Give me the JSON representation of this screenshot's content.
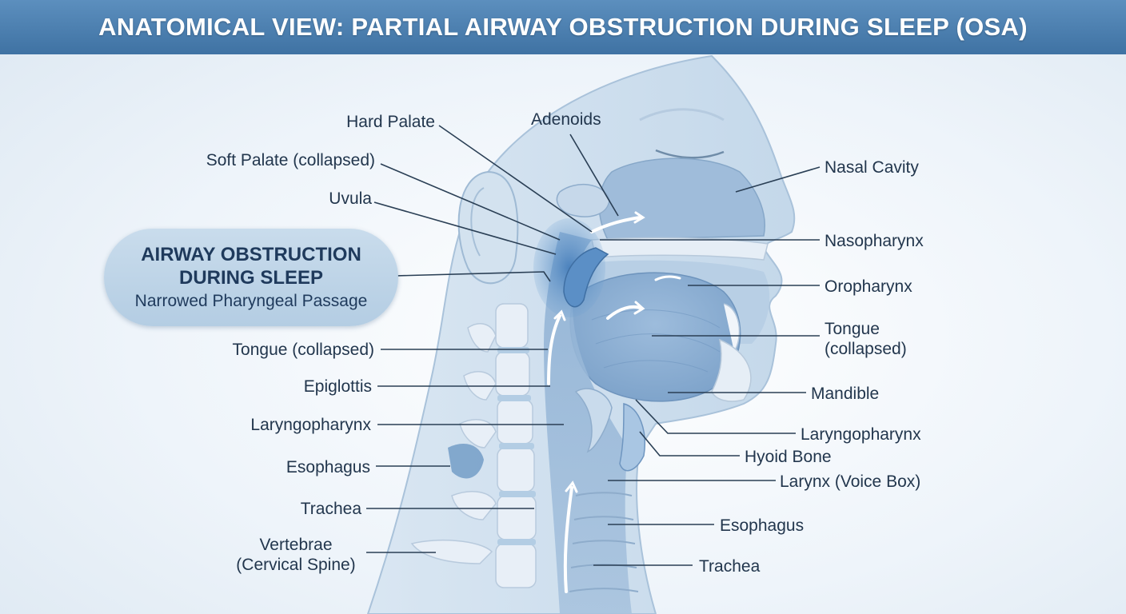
{
  "title": "ANATOMICAL VIEW: PARTIAL AIRWAY OBSTRUCTION DURING SLEEP (OSA)",
  "callout": {
    "title": "AIRWAY OBSTRUCTION DURING SLEEP",
    "subtitle": "Narrowed Pharyngeal Passage"
  },
  "labels_left": {
    "hard_palate": "Hard Palate",
    "soft_palate": "Soft Palate (collapsed)",
    "uvula": "Uvula",
    "tongue_collapsed": "Tongue (collapsed)",
    "epiglottis": "Epiglottis",
    "laryngopharynx": "Laryngopharynx",
    "esophagus": "Esophagus",
    "trachea": "Trachea",
    "vertebrae": "Vertebrae (Cervical Spine)"
  },
  "labels_right": {
    "adenoids": "Adenoids",
    "nasal_cavity": "Nasal Cavity",
    "nasopharynx": "Nasopharynx",
    "oropharynx": "Oropharynx",
    "tongue_collapsed": "Tongue (collapsed)",
    "mandible": "Mandible",
    "laryngopharynx": "Laryngopharynx",
    "hyoid_bone": "Hyoid Bone",
    "larynx": "Larynx (Voice Box)",
    "esophagus": "Esophagus",
    "trachea": "Trachea"
  },
  "colors": {
    "title_bar": "#4a7fb0",
    "tissue": "#b9d0e6",
    "bone": "#e6eef6",
    "airway_obstruction": "#4f86c0",
    "leader_line": "#2a3f55"
  }
}
